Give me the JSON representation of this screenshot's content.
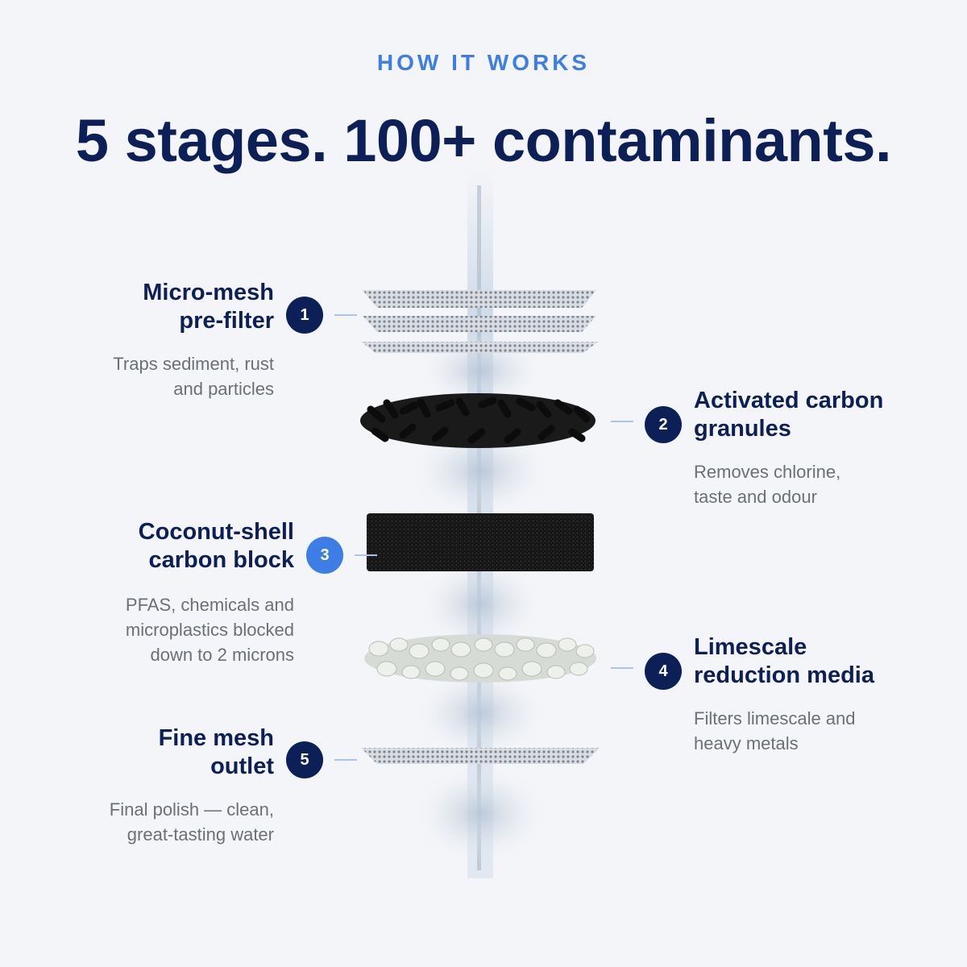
{
  "header": {
    "eyebrow": "HOW IT WORKS",
    "headline": "5 stages. 100+ contaminants."
  },
  "colors": {
    "navy": "#0c1f57",
    "accent_blue": "#3d7ee6",
    "body_gray": "#6b6f78",
    "background": "#f4f5f8"
  },
  "stages": [
    {
      "number": "1",
      "title_line1": "Micro-mesh",
      "title_line2": "pre-filter",
      "desc_line1": "Traps sediment, rust",
      "desc_line2": "and particles",
      "desc_line3": ""
    },
    {
      "number": "2",
      "title_line1": "Activated carbon",
      "title_line2": "granules",
      "desc_line1": "Removes chlorine,",
      "desc_line2": "taste and odour",
      "desc_line3": ""
    },
    {
      "number": "3",
      "title_line1": "Coconut-shell",
      "title_line2": "carbon block",
      "desc_line1": "PFAS, chemicals and",
      "desc_line2": "microplastics blocked",
      "desc_line3": "down to 2 microns"
    },
    {
      "number": "4",
      "title_line1": "Limescale",
      "title_line2": "reduction media",
      "desc_line1": "Filters limescale and",
      "desc_line2": "heavy metals",
      "desc_line3": ""
    },
    {
      "number": "5",
      "title_line1": "Fine mesh",
      "title_line2": "outlet",
      "desc_line1": "Final polish — clean,",
      "desc_line2": "great-tasting water",
      "desc_line3": ""
    }
  ]
}
